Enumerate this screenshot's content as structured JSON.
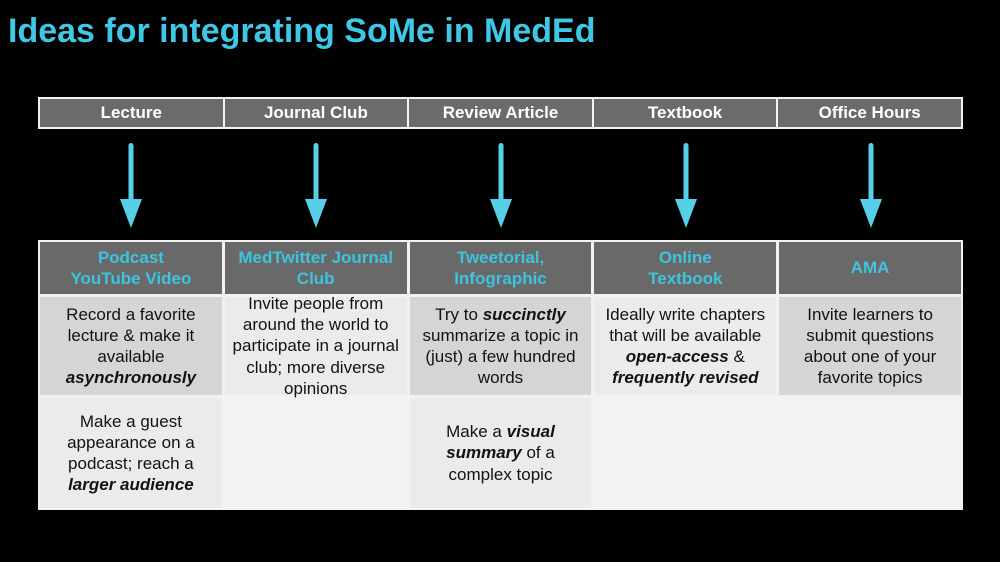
{
  "slide": {
    "title": "Ideas for integrating SoMe in MedEd",
    "colors": {
      "background": "#010101",
      "accent": "#3fc7e6",
      "arrow": "#58cfe9",
      "header_bg": "#6b6b6b",
      "table_header_bg": "#696969",
      "table_header_text": "#3cc4e0",
      "cell_dark": "#d5d5d5",
      "cell_light": "#edebe9",
      "separator": "#f2f2f2",
      "header_text": "#ffffff",
      "body_text": "#121212"
    }
  },
  "top_row": {
    "items": [
      "Lecture",
      "Journal Club",
      "Review Article",
      "Textbook",
      "Office Hours"
    ]
  },
  "arrows": {
    "icon": "down-arrow",
    "count": 5
  },
  "table": {
    "headers": [
      "Podcast\nYouTube Video",
      "MedTwitter Journal\nClub",
      "Tweetorial,\nInfographic",
      "Online\nTextbook",
      "AMA"
    ],
    "cells": {
      "podcast_a": {
        "segments": [
          {
            "text": "Record a favorite lecture & make it available "
          },
          {
            "text": "asynchronously",
            "em": true
          }
        ]
      },
      "podcast_b": {
        "segments": [
          {
            "text": "Make a guest appearance on a podcast; reach a "
          },
          {
            "text": "larger audience",
            "em": true
          }
        ]
      },
      "journal_club": {
        "segments": [
          {
            "text": "Invite people from around the world to participate in a journal club; more diverse opinions"
          }
        ]
      },
      "tweetorial_a": {
        "segments": [
          {
            "text": "Try to "
          },
          {
            "text": "succinctly",
            "em": true
          },
          {
            "text": " summarize a topic in (just) a few hundred words"
          }
        ]
      },
      "tweetorial_b": {
        "segments": [
          {
            "text": "Make a "
          },
          {
            "text": "visual summary",
            "em": true
          },
          {
            "text": " of a complex topic"
          }
        ]
      },
      "textbook": {
        "segments": [
          {
            "text": "Ideally write chapters that will be available "
          },
          {
            "text": "open-access",
            "em": true
          },
          {
            "text": " & "
          },
          {
            "text": "frequently revised",
            "em": true
          }
        ]
      },
      "ama": {
        "segments": [
          {
            "text": "Invite learners to submit questions about one of your favorite topics"
          }
        ]
      }
    }
  }
}
